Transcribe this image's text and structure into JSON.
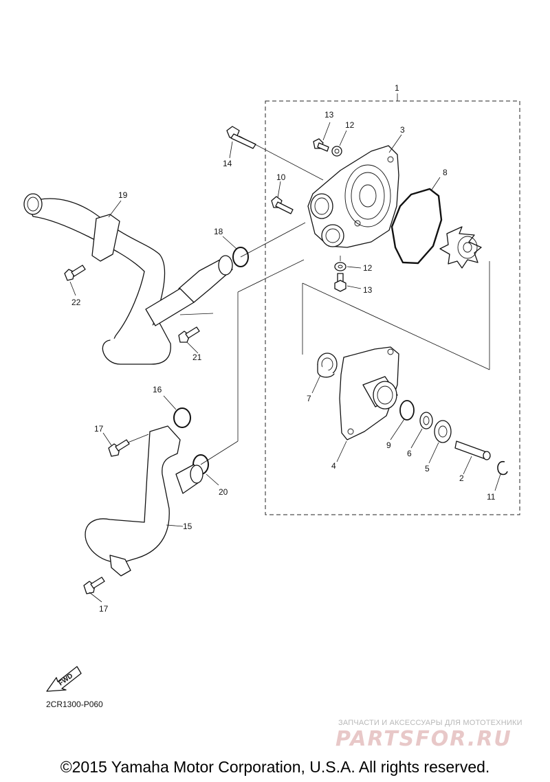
{
  "callouts": {
    "c1": "1",
    "c2": "2",
    "c3": "3",
    "c4": "4",
    "c5": "5",
    "c6": "6",
    "c7": "7",
    "c8": "8",
    "c9": "9",
    "c10": "10",
    "c11": "11",
    "c12a": "12",
    "c12b": "12",
    "c13a": "13",
    "c13b": "13",
    "c14": "14",
    "c15": "15",
    "c16": "16",
    "c17a": "17",
    "c17b": "17",
    "c18": "18",
    "c19": "19",
    "c20": "20",
    "c21": "21",
    "c22": "22"
  },
  "fwd_label": "FWD",
  "diagram_code": "2CR1300-P060",
  "watermark": {
    "tagline": "ЗАПЧАСТИ И АКСЕССУАРЫ ДЛЯ МОТОТЕХНИКИ",
    "logo": "PARTSFOR.RU"
  },
  "copyright": "©2015 Yamaha Motor Corporation, U.S.A. All rights reserved."
}
